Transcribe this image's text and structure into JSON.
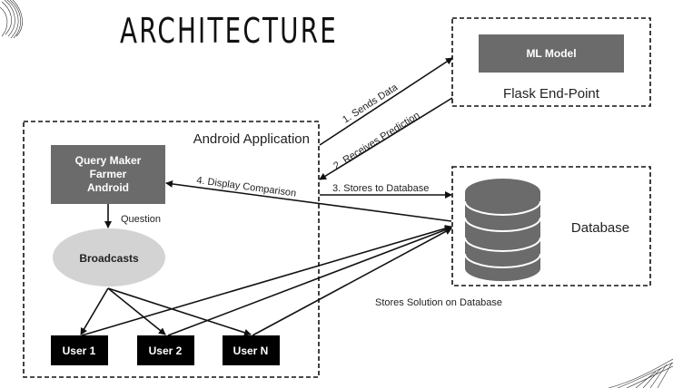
{
  "title": "ARCHITECTURE",
  "colors": {
    "box_fill": "#6b6b6b",
    "ellipse_fill": "#d3d3d3",
    "user_fill": "#000000",
    "db_fill": "#6b6b6b",
    "line": "#111111"
  },
  "flask": {
    "container_label": "Flask End-Point",
    "ml_model_label": "ML Model"
  },
  "android": {
    "container_label": "Android Application",
    "query_maker_lines": [
      "Query Maker",
      "Farmer",
      "Android"
    ],
    "question_label": "Question",
    "broadcasts_label": "Broadcasts",
    "users": [
      "User 1",
      "User 2",
      "User N"
    ]
  },
  "database": {
    "container_label": "Database",
    "icon": "database-cylinder-icon"
  },
  "edges": {
    "sends_data": "1. Sends Data",
    "receives_prediction": "2. Receives Prediction",
    "stores_to_database": "3. Stores to Database",
    "display_comparison": "4. Display Comparison",
    "stores_solution": "Stores Solution on Database"
  }
}
